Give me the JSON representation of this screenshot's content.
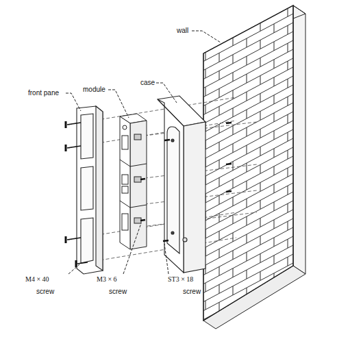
{
  "diagram": {
    "labels": [
      "wall",
      "case",
      "module",
      "front pane",
      "M4 × 40",
      "screw",
      "M3 × 6",
      "screw",
      "ST3 × 18",
      "screw"
    ]
  }
}
